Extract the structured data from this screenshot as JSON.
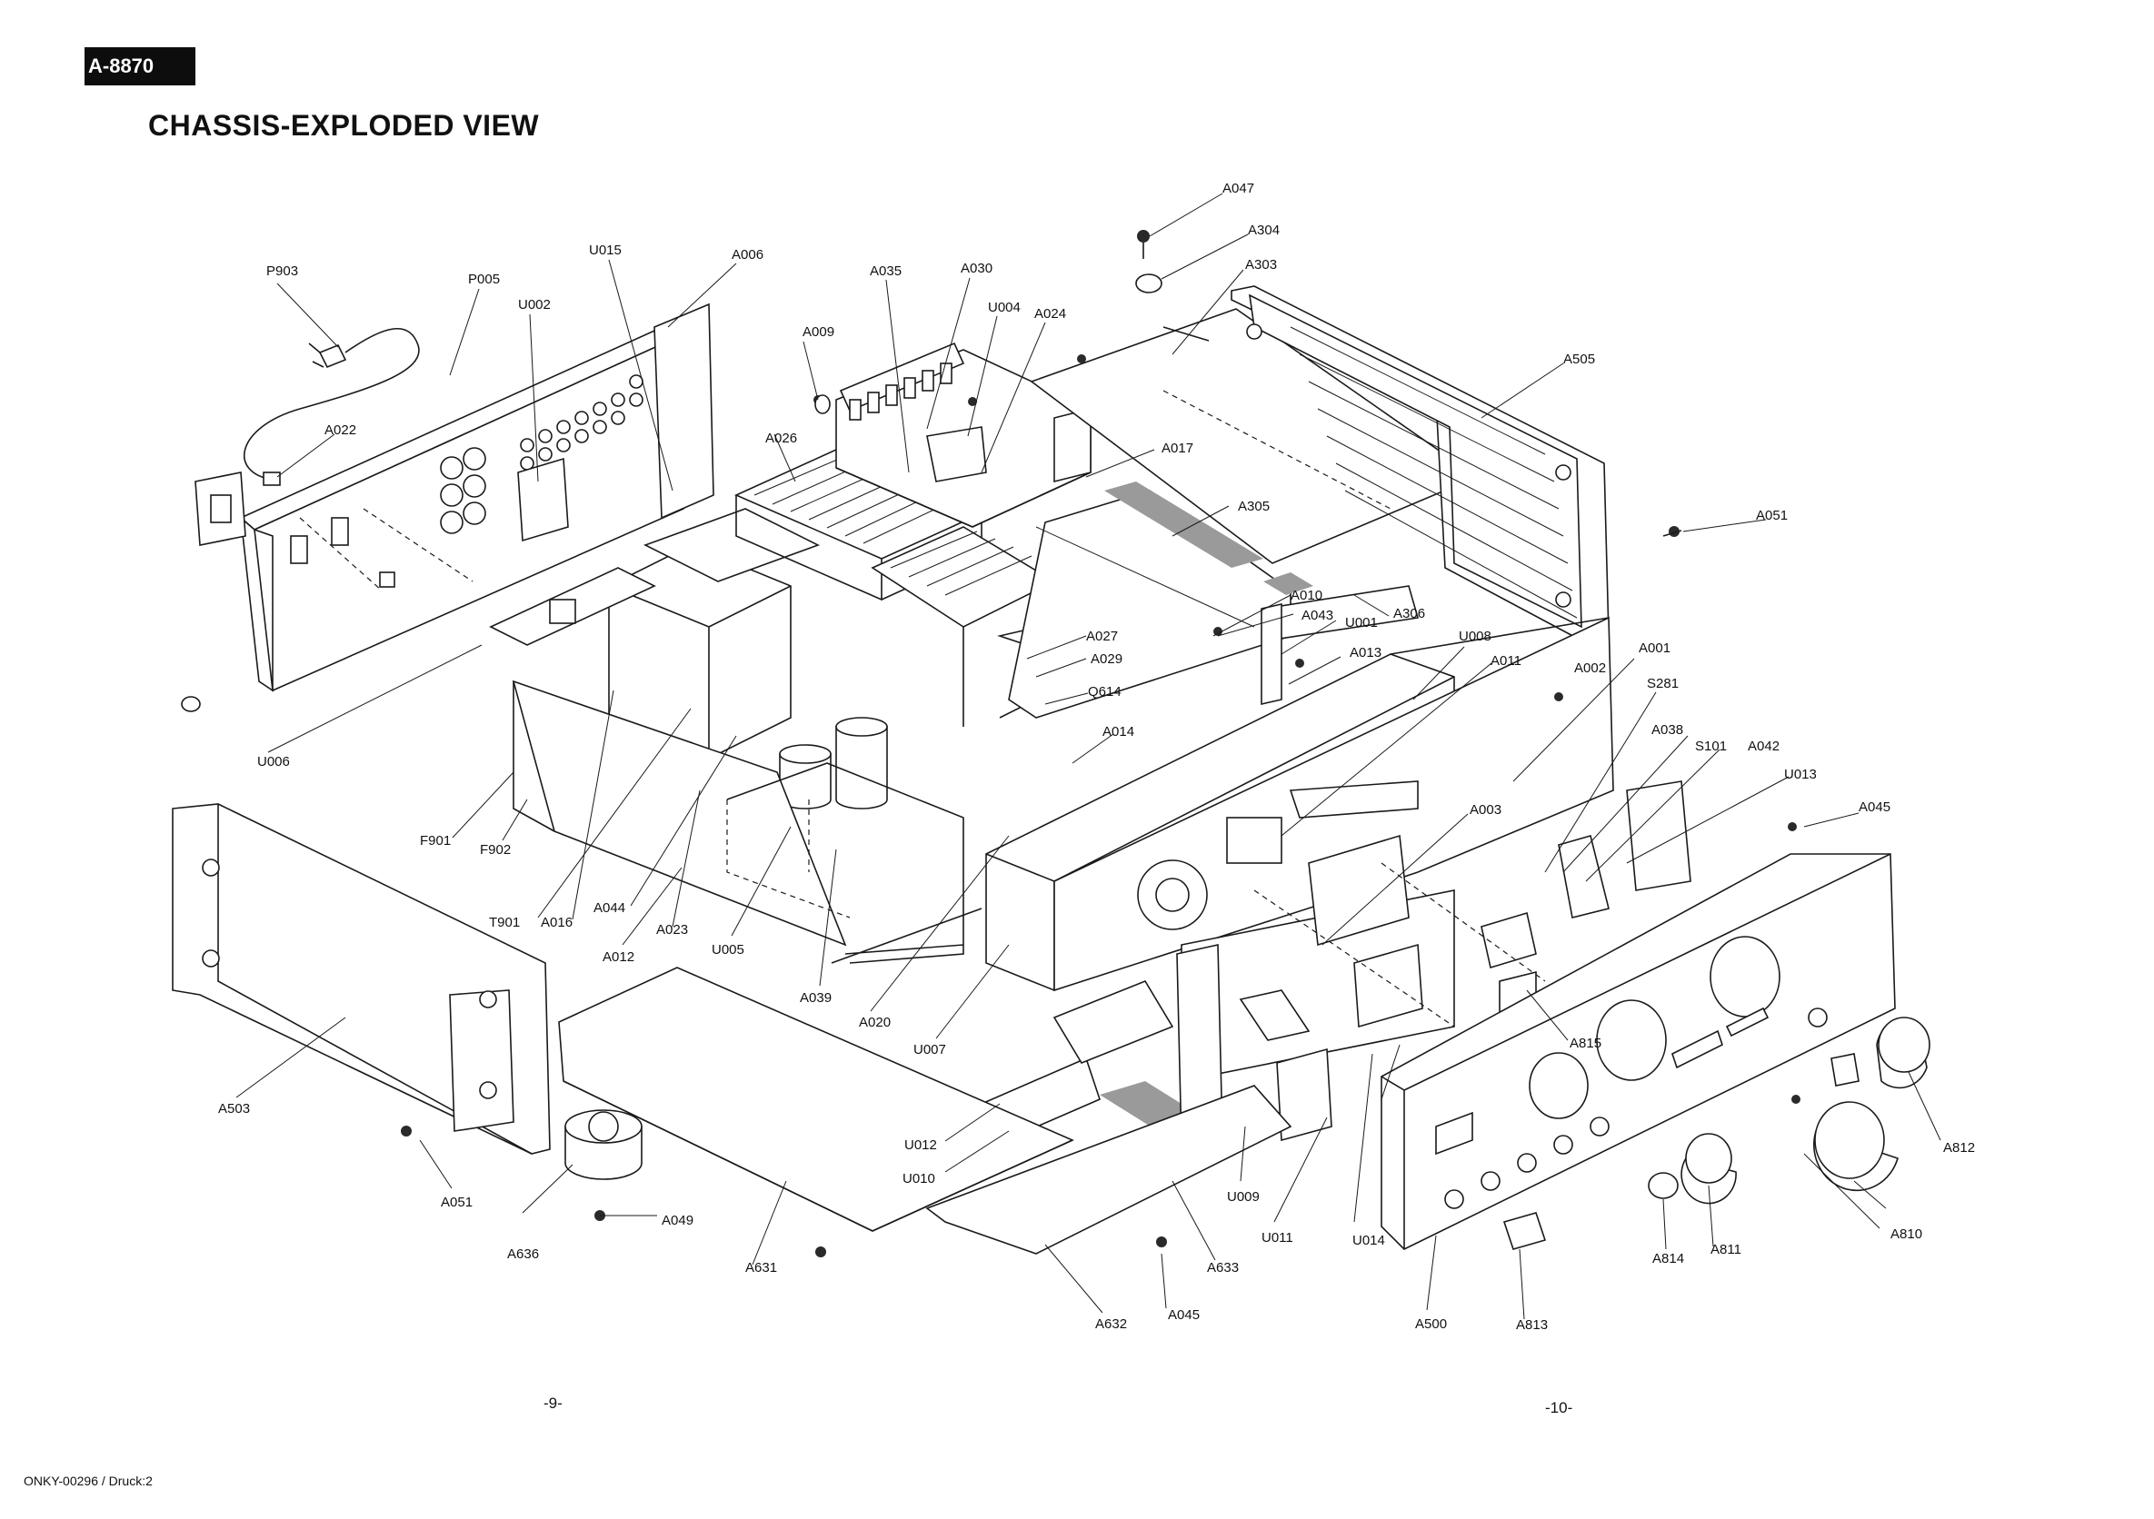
{
  "header": {
    "model": "A-8870",
    "title": "CHASSIS-EXPLODED VIEW"
  },
  "footer": {
    "page_left": "-9-",
    "page_right": "-10-",
    "doc_code": "ONKY-00296 / Druck:2"
  },
  "part_labels": [
    "P903",
    "P005",
    "U002",
    "U015",
    "A006",
    "A035",
    "A030",
    "U004",
    "A024",
    "A047",
    "A304",
    "A303",
    "A505",
    "A009",
    "A022",
    "A026",
    "A017",
    "A305",
    "A051",
    "A010",
    "A043",
    "U001",
    "A306",
    "A027",
    "A013",
    "U008",
    "A011",
    "A001",
    "A029",
    "Q614",
    "A002",
    "S281",
    "A014",
    "A038",
    "S101",
    "A042",
    "U013",
    "A045",
    "U006",
    "F901",
    "F902",
    "T901",
    "A016",
    "A044",
    "A012",
    "A023",
    "U005",
    "A003",
    "A039",
    "A020",
    "U007",
    "A815",
    "A503",
    "A051",
    "U012",
    "U010",
    "U009",
    "U011",
    "U014",
    "A812",
    "A810",
    "A636",
    "A049",
    "A631",
    "A633",
    "A632",
    "A045",
    "A500",
    "A813",
    "A814",
    "A811"
  ]
}
